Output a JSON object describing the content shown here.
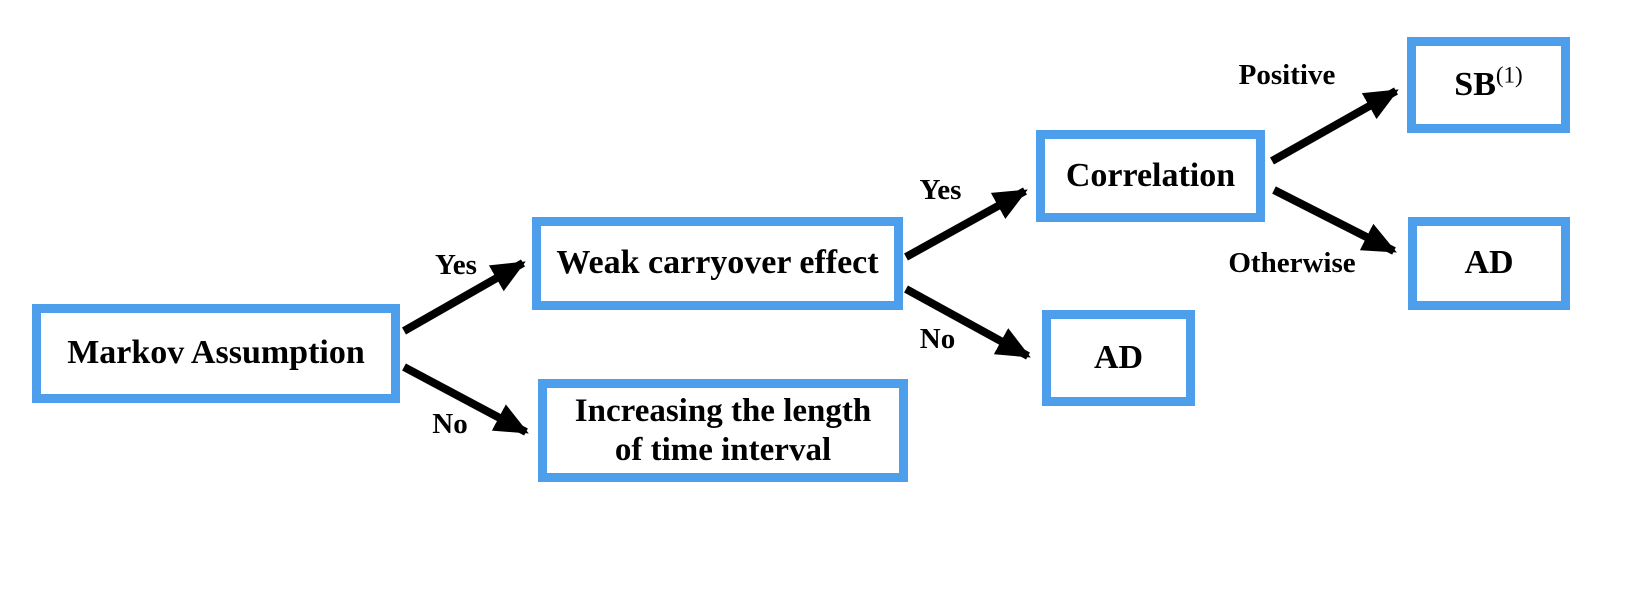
{
  "diagram": {
    "title": "Markov assumption decision flowchart",
    "colors": {
      "box_border": "#4d9fec",
      "arrow": "#000000",
      "text": "#000000",
      "background": "#ffffff"
    },
    "nodes": {
      "markov": {
        "label": "Markov Assumption"
      },
      "weak": {
        "label": "Weak carryover effect"
      },
      "increase": {
        "label": "Increasing the length of time interval",
        "lines": [
          "Increasing the length",
          "of time interval"
        ]
      },
      "correlation": {
        "label": "Correlation"
      },
      "ad_mid": {
        "label": "AD"
      },
      "sb": {
        "label": "SB",
        "superscript": "(1)"
      },
      "ad_right": {
        "label": "AD"
      }
    },
    "edges": {
      "markov_weak": {
        "label": "Yes"
      },
      "markov_increase": {
        "label": "No"
      },
      "weak_correlation": {
        "label": "Yes"
      },
      "weak_ad": {
        "label": "No"
      },
      "correlation_sb": {
        "label": "Positive"
      },
      "correlation_ad": {
        "label": "Otherwise"
      }
    }
  }
}
